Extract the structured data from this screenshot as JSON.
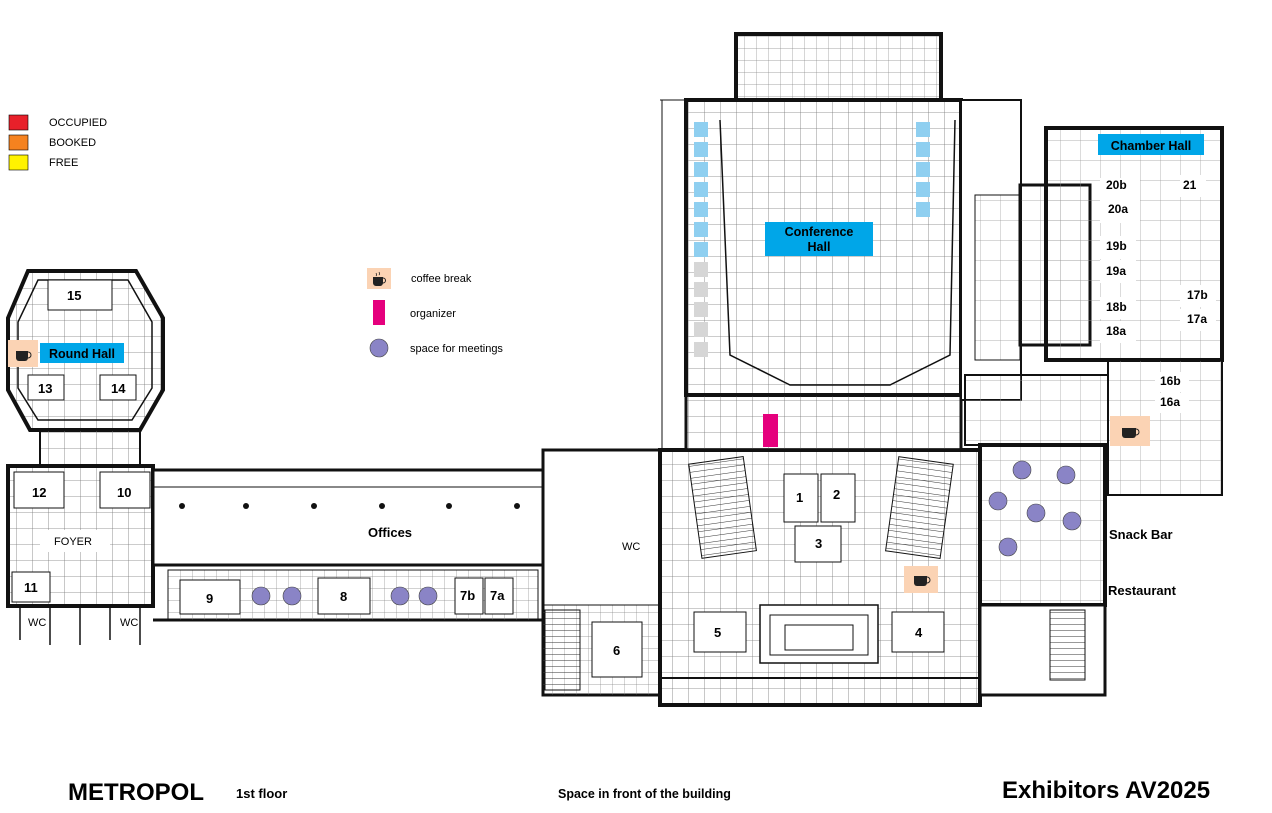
{
  "legend": {
    "statuses": [
      {
        "label": "OCCUPIED",
        "color": "#e8202a"
      },
      {
        "label": "BOOKED",
        "color": "#f5821f"
      },
      {
        "label": "FREE",
        "color": "#fff200"
      }
    ],
    "symbols": [
      {
        "label": "coffee break",
        "icon": "coffee-cup-icon",
        "color": "#fbd3b4"
      },
      {
        "label": "organizer",
        "icon": "organizer-marker",
        "color": "#e5007d"
      },
      {
        "label": "space for meetings",
        "icon": "meeting-circle",
        "color": "#8a84c6"
      }
    ]
  },
  "halls": {
    "conference": {
      "line1": "Conference",
      "line2": "Hall",
      "color": "#00a6e8"
    },
    "chamber": {
      "label": "Chamber Hall",
      "color": "#00a6e8"
    },
    "round": {
      "label": "Round Hall",
      "color": "#00a6e8"
    }
  },
  "colors": {
    "stand_conference_left": "#8fcff0",
    "stand_conference_left_unavailable": "#d6d6d6",
    "stand_conference_right": "#8fcff0",
    "wall": "#111111",
    "grid": "#777777"
  },
  "rooms": {
    "offices": "Offices",
    "foyer": "FOYER",
    "snack_bar": "Snack Bar",
    "restaurant": "Restaurant",
    "wc": "WC"
  },
  "stands": [
    "1",
    "2",
    "3",
    "4",
    "5",
    "6",
    "7a",
    "7b",
    "8",
    "9",
    "10",
    "11",
    "12",
    "13",
    "14",
    "15",
    "16a",
    "16b",
    "17a",
    "17b",
    "18a",
    "18b",
    "19a",
    "19b",
    "20a",
    "20b",
    "21"
  ],
  "footer": {
    "venue": "METROPOL",
    "floor": "1st floor",
    "outside": "Space in front of the building",
    "event": "Exhibitors AV2025"
  }
}
